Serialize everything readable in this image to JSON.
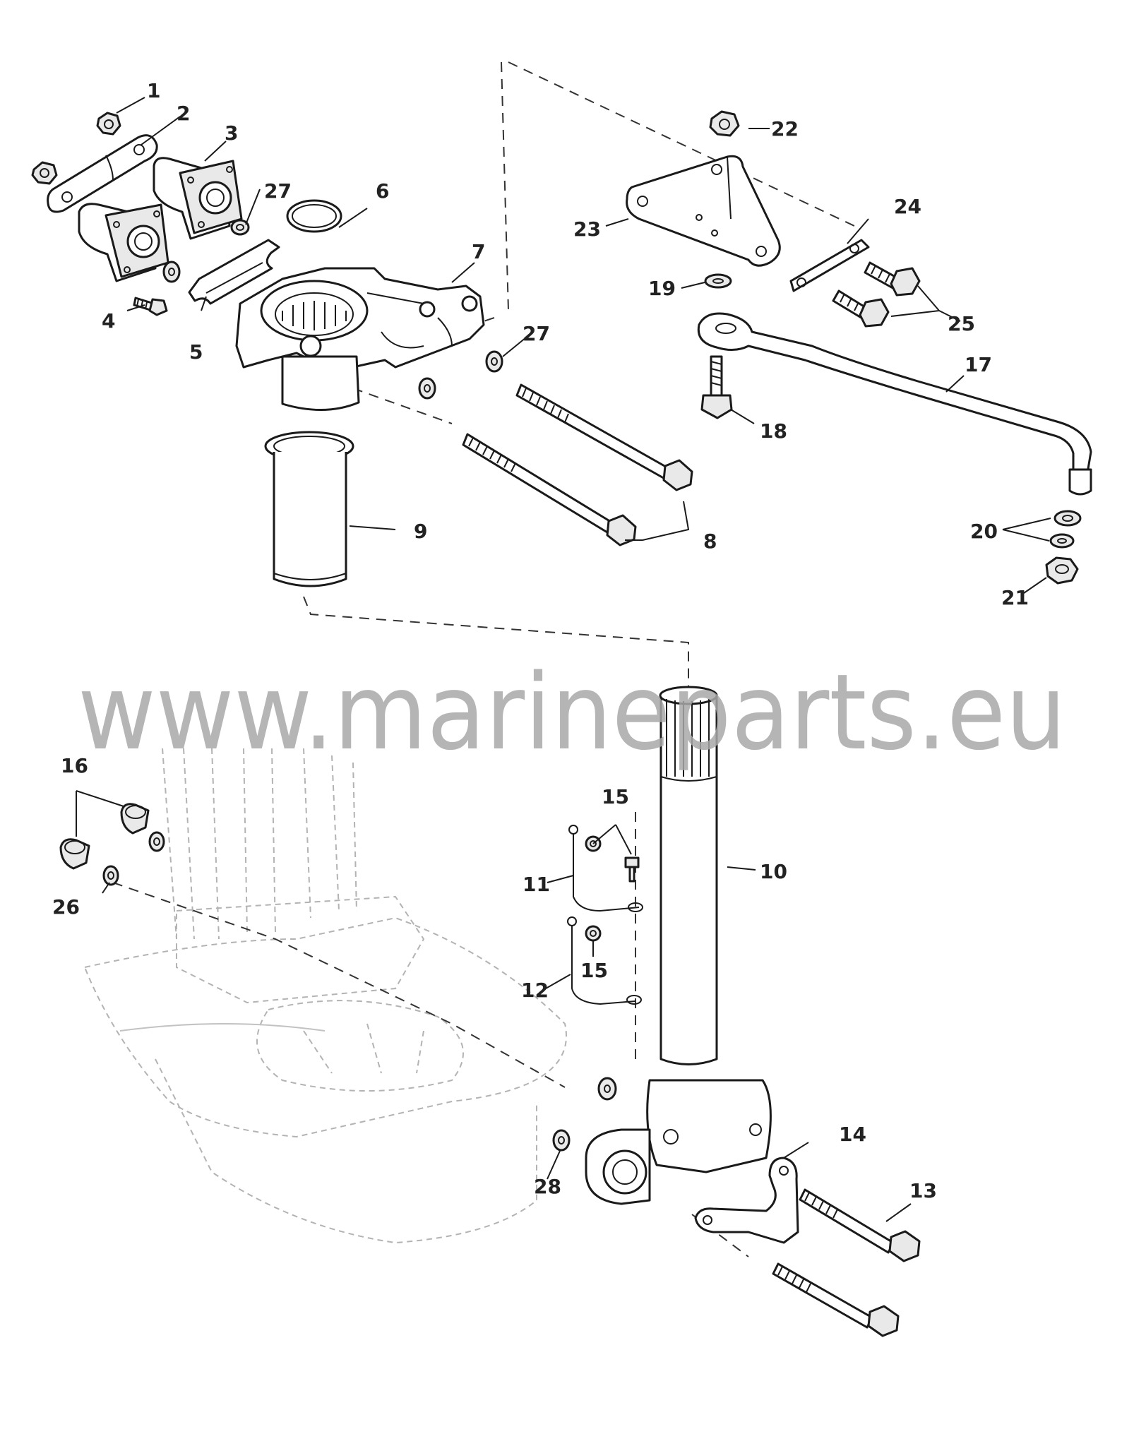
{
  "watermark": {
    "text": "www.marineparts.eu"
  },
  "callouts": [
    {
      "id": "c1",
      "label": "1"
    },
    {
      "id": "c2",
      "label": "2"
    },
    {
      "id": "c3",
      "label": "3"
    },
    {
      "id": "c4",
      "label": "4"
    },
    {
      "id": "c5",
      "label": "5"
    },
    {
      "id": "c6",
      "label": "6"
    },
    {
      "id": "c7",
      "label": "7"
    },
    {
      "id": "c8",
      "label": "8"
    },
    {
      "id": "c9",
      "label": "9"
    },
    {
      "id": "c10",
      "label": "10"
    },
    {
      "id": "c11",
      "label": "11"
    },
    {
      "id": "c12",
      "label": "12"
    },
    {
      "id": "c13",
      "label": "13"
    },
    {
      "id": "c14",
      "label": "14"
    },
    {
      "id": "c15a",
      "label": "15"
    },
    {
      "id": "c15b",
      "label": "15"
    },
    {
      "id": "c16",
      "label": "16"
    },
    {
      "id": "c17",
      "label": "17"
    },
    {
      "id": "c18",
      "label": "18"
    },
    {
      "id": "c19",
      "label": "19"
    },
    {
      "id": "c20",
      "label": "20"
    },
    {
      "id": "c21",
      "label": "21"
    },
    {
      "id": "c22",
      "label": "22"
    },
    {
      "id": "c23",
      "label": "23"
    },
    {
      "id": "c24",
      "label": "24"
    },
    {
      "id": "c25",
      "label": "25"
    },
    {
      "id": "c26",
      "label": "26"
    },
    {
      "id": "c27a",
      "label": "27"
    },
    {
      "id": "c27b",
      "label": "27"
    },
    {
      "id": "c28",
      "label": "28"
    }
  ],
  "colors": {
    "line": "#1a1a1a",
    "ghost": "#b3b3b3",
    "watermark": "#a8a8a8",
    "background": "#ffffff"
  }
}
